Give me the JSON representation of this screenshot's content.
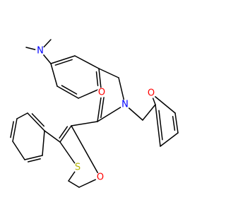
{
  "molecule": {
    "atoms": [
      {
        "id": "N1",
        "label": "N",
        "color": "#0000ff"
      },
      {
        "id": "N2",
        "label": "N",
        "color": "#0000ff"
      },
      {
        "id": "O1",
        "label": "O",
        "color": "#ff0000"
      },
      {
        "id": "O2",
        "label": "O",
        "color": "#ff0000"
      },
      {
        "id": "O3",
        "label": "O",
        "color": "#ff0000"
      },
      {
        "id": "S1",
        "label": "S",
        "color": "#b3b300"
      }
    ]
  }
}
